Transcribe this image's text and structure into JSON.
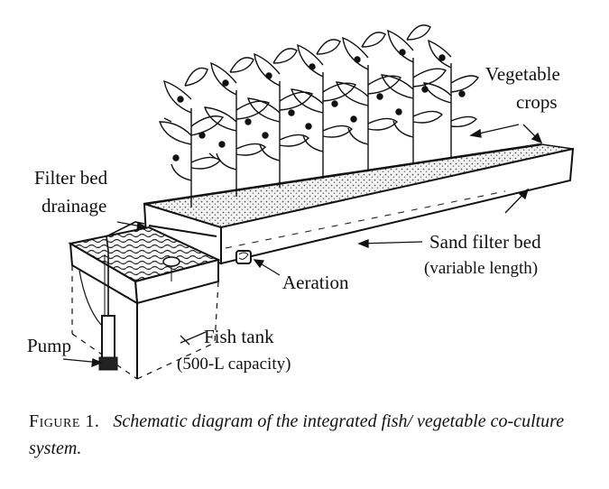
{
  "labels": {
    "vegetable_crops_1": "Vegetable",
    "vegetable_crops_2": "crops",
    "filter_bed_drainage_1": "Filter bed",
    "filter_bed_drainage_2": "drainage",
    "sand_filter_bed_1": "Sand filter bed",
    "sand_filter_bed_2": "(variable length)",
    "aeration": "Aeration",
    "pump": "Pump",
    "fish_tank_1": "Fish tank",
    "fish_tank_2": "(500-L capacity)"
  },
  "caption": {
    "figure_label": "Figure 1.",
    "text": "Schematic diagram of the integrated fish/ vegetable co-culture system."
  }
}
